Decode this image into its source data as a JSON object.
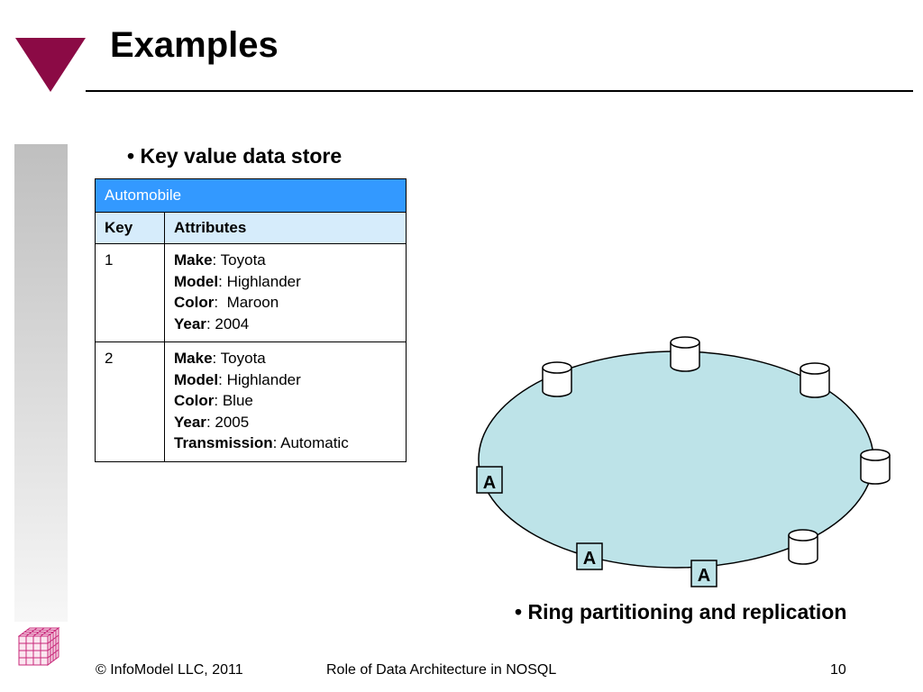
{
  "slide": {
    "title": "Examples",
    "footer": {
      "copyright": "© InfoModel LLC, 2011",
      "center": "Role of Data Architecture in NOSQL",
      "page_number": "10"
    }
  },
  "left": {
    "bullet": "Key value data store",
    "table": {
      "title": "Automobile",
      "headers": [
        "Key",
        "Attributes"
      ],
      "rows": [
        {
          "key": "1",
          "attributes": [
            {
              "name": "Make",
              "sep": ": ",
              "value": "Toyota"
            },
            {
              "name": "Model",
              "sep": ": ",
              "value": "Highlander"
            },
            {
              "name": "Color",
              "sep": ":  ",
              "value": "Maroon"
            },
            {
              "name": "Year",
              "sep": ": ",
              "value": "2004"
            }
          ]
        },
        {
          "key": "2",
          "attributes": [
            {
              "name": "Make",
              "sep": ": ",
              "value": "Toyota"
            },
            {
              "name": "Model",
              "sep": ": ",
              "value": "Highlander"
            },
            {
              "name": "Color",
              "sep": ": ",
              "value": "Blue"
            },
            {
              "name": "Year",
              "sep": ": ",
              "value": "2005"
            },
            {
              "name": "Transmission",
              "sep": ": ",
              "value": "Automatic"
            }
          ]
        }
      ]
    }
  },
  "right": {
    "bullet": "Ring partitioning and replication",
    "replica_label": "A",
    "ring_fill": "#bde3e8"
  },
  "colors": {
    "triangle": "#8b0a45",
    "table_header": "#3399ff",
    "table_subheader": "#d6ecfb",
    "cube": "#c8287a"
  }
}
